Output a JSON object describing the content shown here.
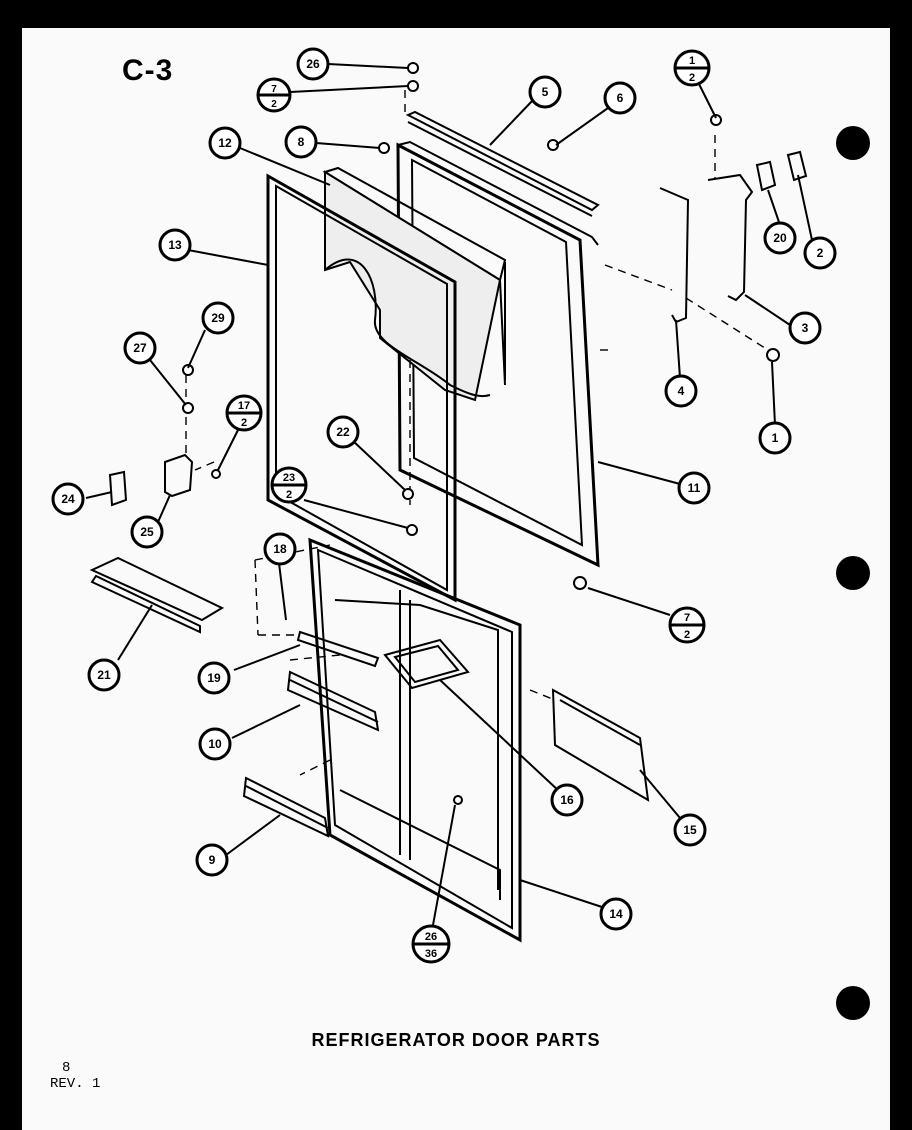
{
  "page": {
    "code": "C-3",
    "caption": "REFRIGERATOR DOOR PARTS",
    "page_number": "8",
    "revision": "REV. 1"
  },
  "callouts": {
    "c26_top": "26",
    "c7_2_top": [
      "7",
      "2"
    ],
    "c5": "5",
    "c6": "6",
    "c8": "8",
    "c12": "12",
    "c13": "13",
    "c1_2": [
      "1",
      "2"
    ],
    "c20": "20",
    "c2": "2",
    "c3": "3",
    "c4": "4",
    "c1": "1",
    "c11": "11",
    "c29": "29",
    "c27": "27",
    "c17_2": [
      "17",
      "2"
    ],
    "c22": "22",
    "c23_2": [
      "23",
      "2"
    ],
    "c24": "24",
    "c25": "25",
    "c18": "18",
    "c7_2_bottom": [
      "7",
      "2"
    ],
    "c21": "21",
    "c19": "19",
    "c10": "10",
    "c16": "16",
    "c15": "15",
    "c9": "9",
    "c14": "14",
    "c26_36": [
      "26",
      "36"
    ]
  }
}
